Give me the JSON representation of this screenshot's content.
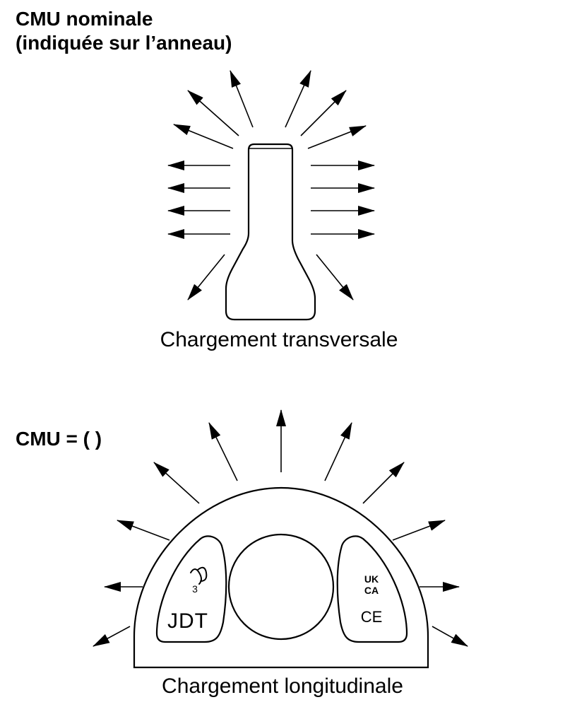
{
  "header": {
    "title_line1": "CMU nominale",
    "title_line2": "(indiquée sur l’anneau)"
  },
  "transverse": {
    "caption": "Chargement transversale"
  },
  "longitudinal": {
    "cmu_label": "CMU = ( )",
    "caption": "Chargement longitudinale"
  },
  "markings": {
    "left_top": "3",
    "brand": "JDT",
    "ukca_line1": "UK",
    "ukca_line2": "CA",
    "ce": "CE"
  }
}
